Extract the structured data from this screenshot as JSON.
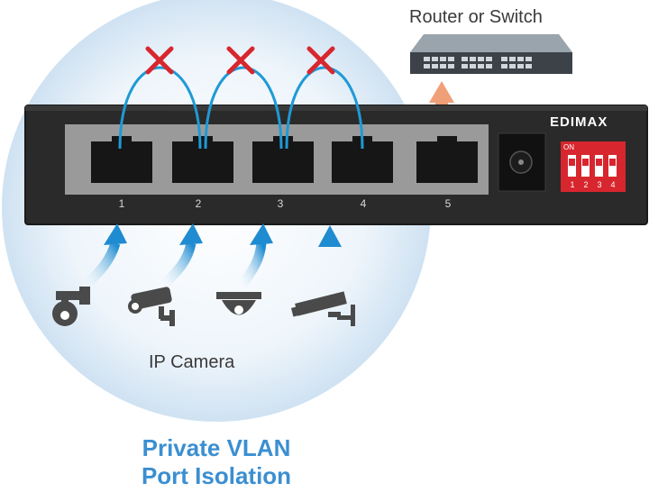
{
  "labels": {
    "router": "Router or Switch",
    "camera": "IP Camera",
    "title_line1": "Private VLAN",
    "title_line2": "Port Isolation"
  },
  "device": {
    "brand": "EDIMAX",
    "dip_label": "ON",
    "ports": [
      "1",
      "2",
      "3",
      "4",
      "5"
    ],
    "dip_switches": [
      "1",
      "2",
      "3",
      "4"
    ]
  },
  "colors": {
    "accent_blue": "#3b8fd1",
    "cable_blue": "#1f9ad6",
    "blocked_red": "#d8262e",
    "uplink_orange": "#e07a45",
    "chassis": "#2a2a2a",
    "port_panel": "#9a9a9a",
    "dip_red": "#d8262e"
  },
  "icons": [
    "x-mark-icon",
    "arrow-up-icon",
    "ptz-camera-icon",
    "bullet-camera-icon",
    "dome-camera-icon",
    "box-camera-icon",
    "router-icon"
  ]
}
